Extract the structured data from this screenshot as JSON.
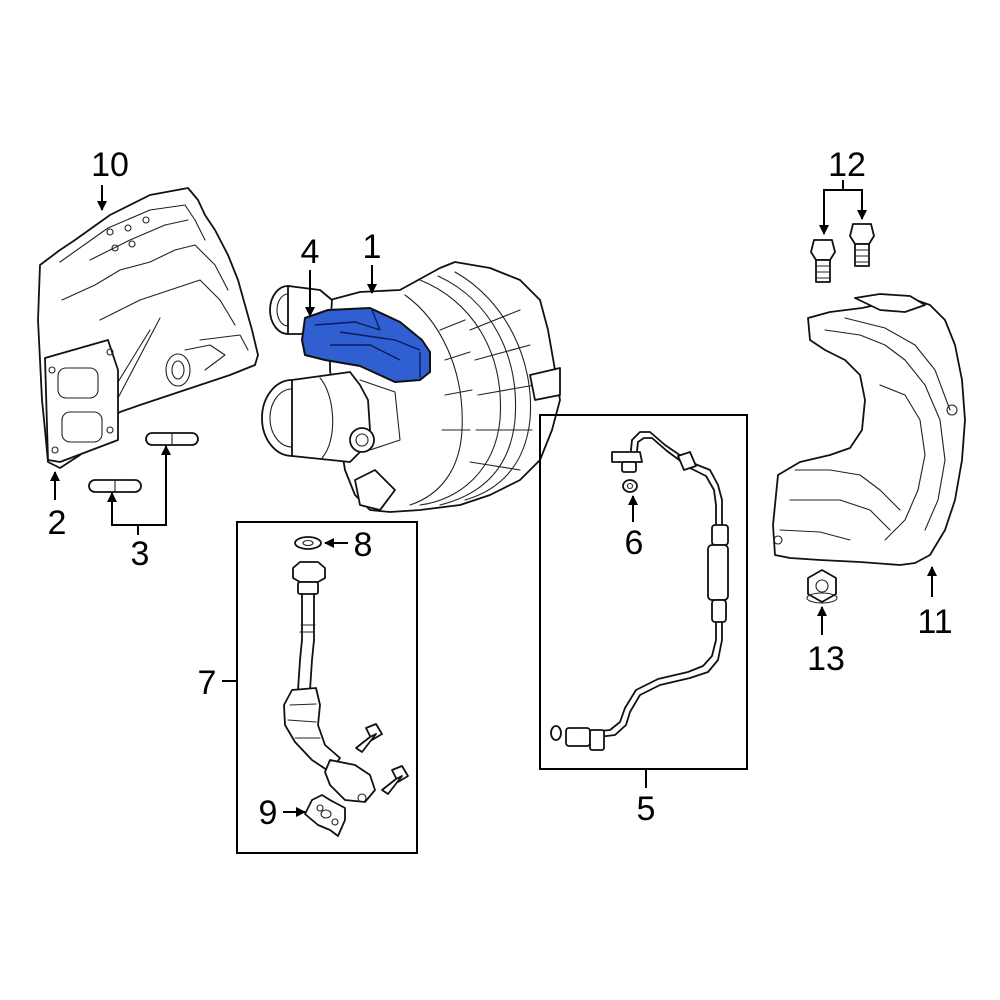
{
  "callouts": {
    "c1": "1",
    "c2": "2",
    "c3": "3",
    "c4": "4",
    "c5": "5",
    "c6": "6",
    "c7": "7",
    "c8": "8",
    "c9": "9",
    "c10": "10",
    "c11": "11",
    "c12": "12",
    "c13": "13"
  },
  "highlight": {
    "part": "4",
    "color": "#2f5fd0"
  }
}
